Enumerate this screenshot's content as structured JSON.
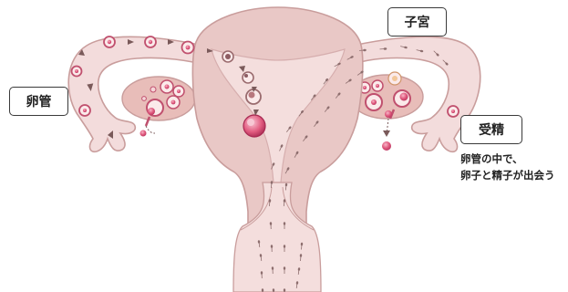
{
  "labels": {
    "oviduct": "卵管",
    "uterus": "子宮",
    "fertilization": "受精"
  },
  "caption": {
    "line1": "卵管の中で、",
    "line2": "卵子と精子が出会う"
  },
  "colors": {
    "uterus_fill": "#e9c8c6",
    "uterus_inner": "#f4dedd",
    "tube_fill": "#f3dcdc",
    "outline": "#c99d9c",
    "cell_pink": "#e05a7e",
    "cell_dark": "#b8335e",
    "ovary_fill": "#e8bdb9",
    "sperm": "#8d6e6e",
    "label_border": "#3a3a3a"
  }
}
